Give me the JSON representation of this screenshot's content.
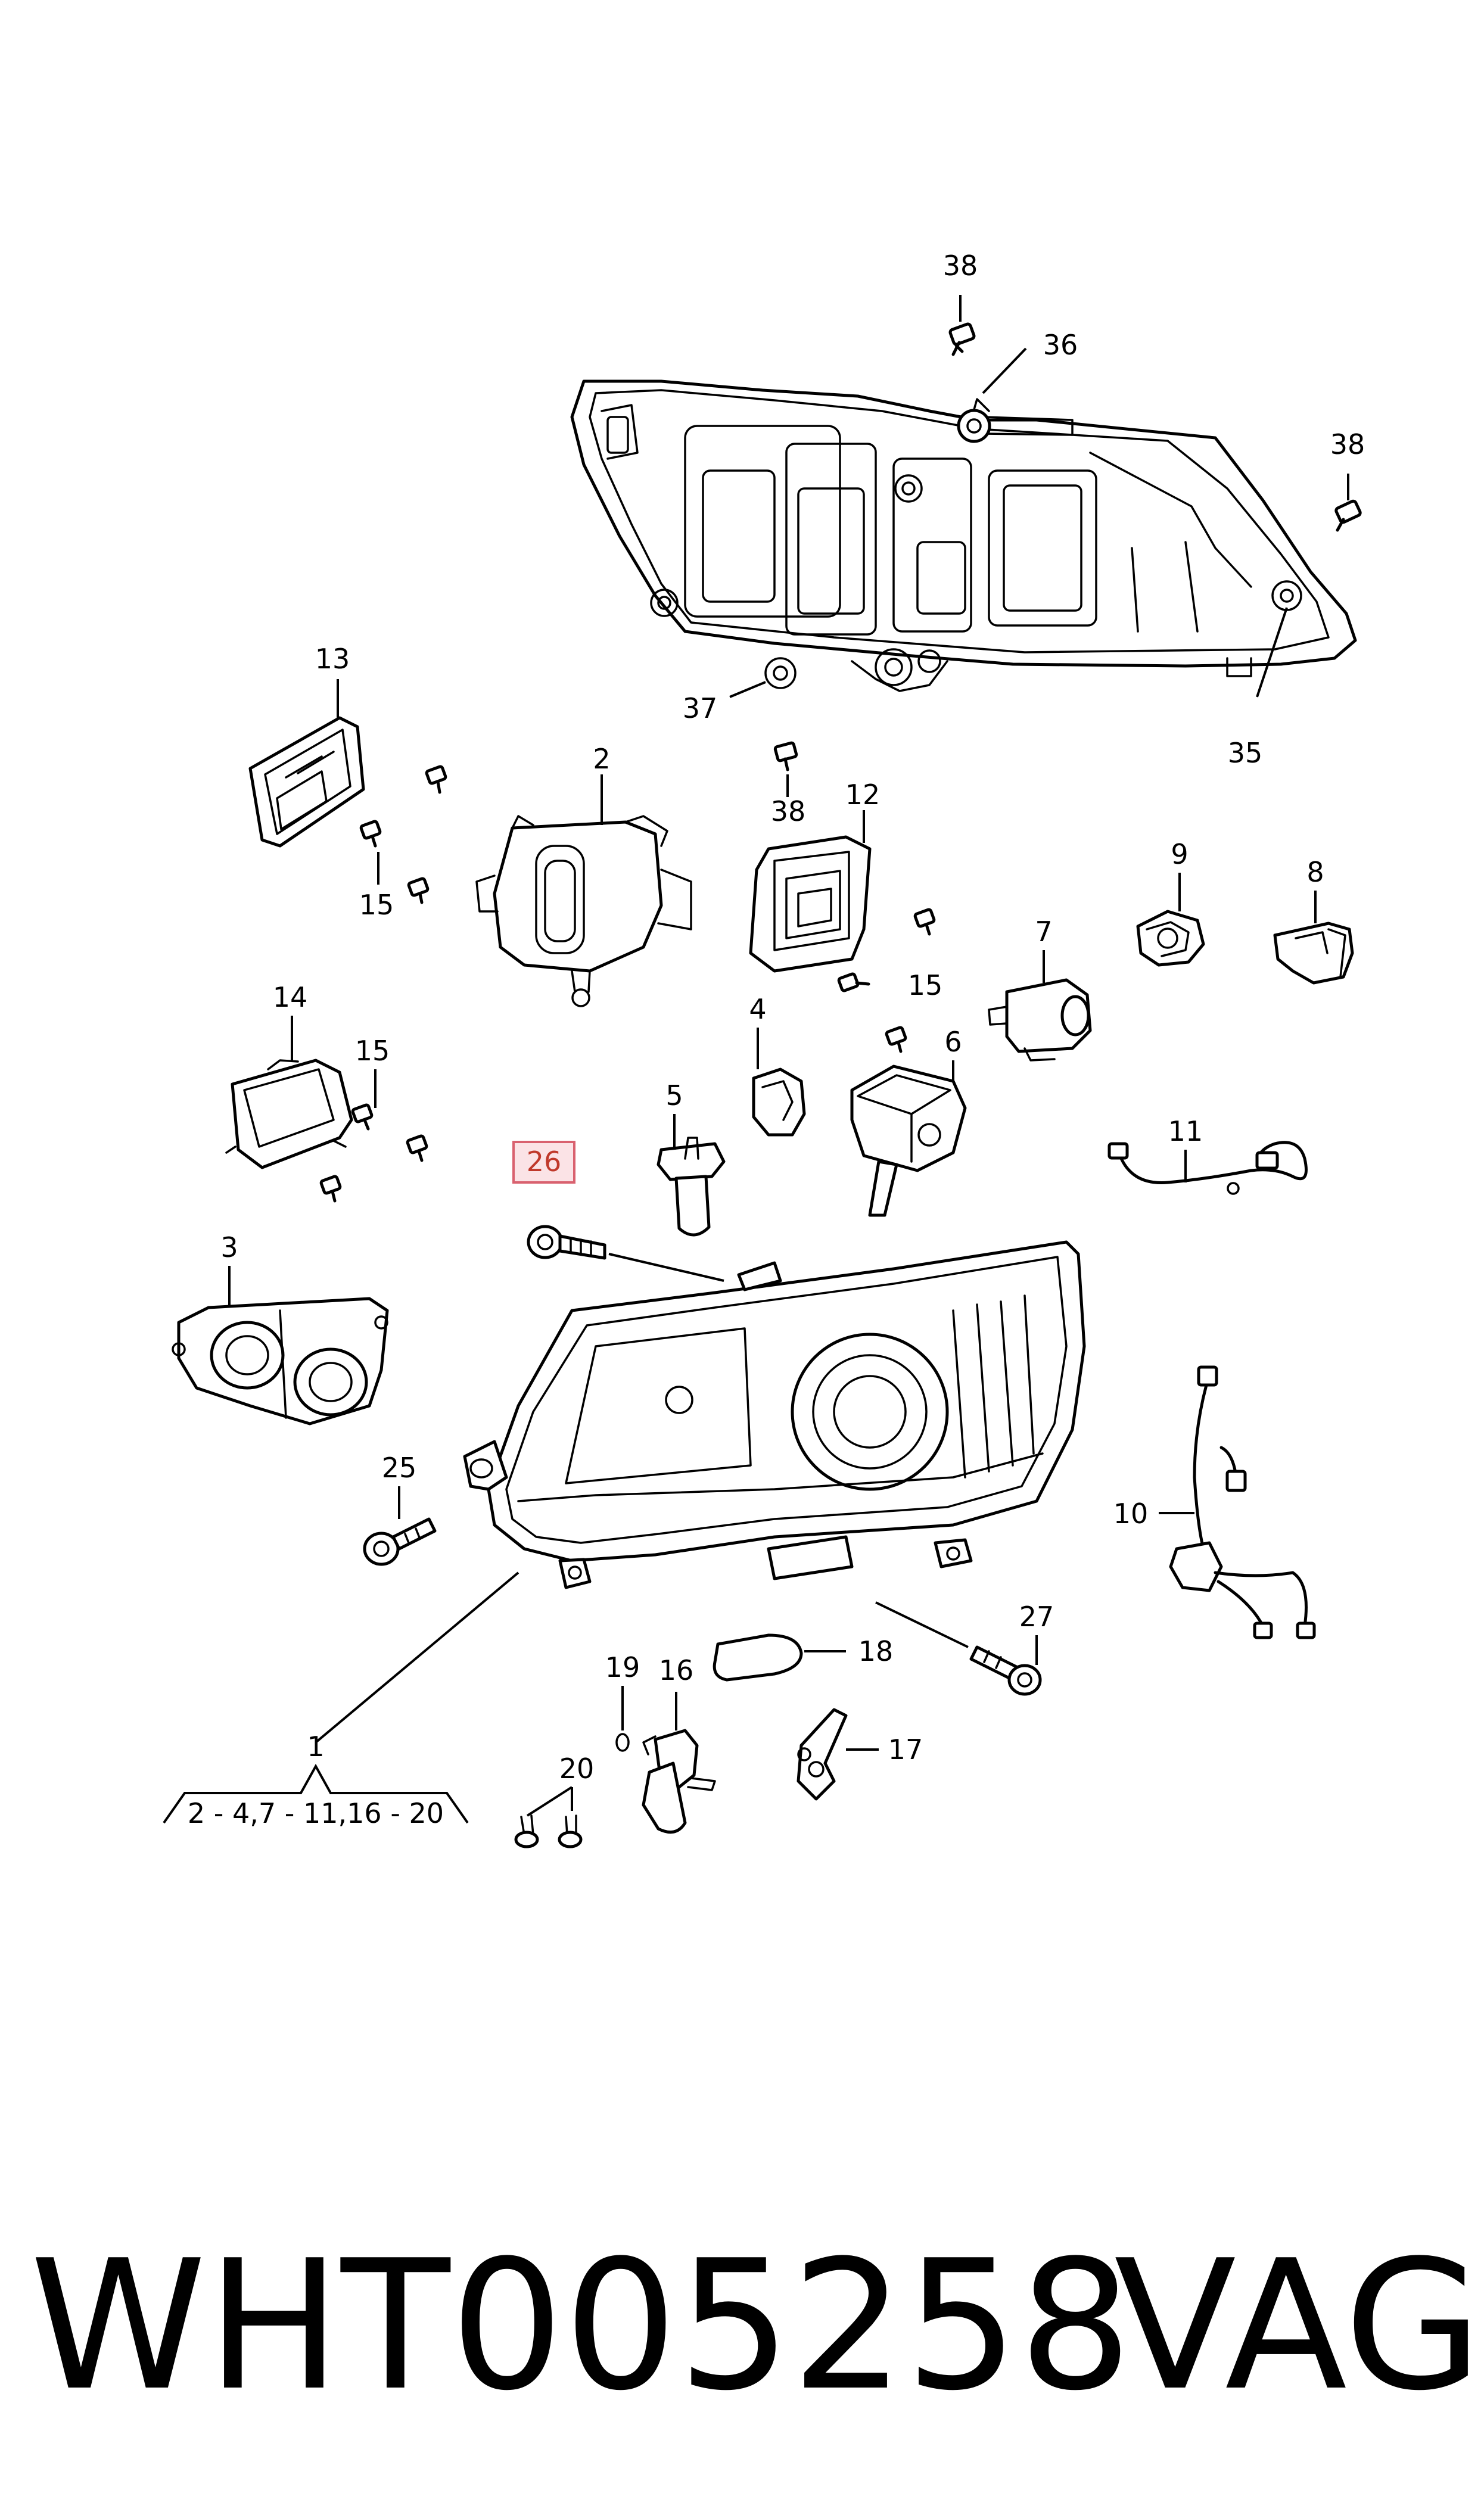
{
  "diagram": {
    "callouts": [
      {
        "id": "c38a",
        "label": "38"
      },
      {
        "id": "c36",
        "label": "36"
      },
      {
        "id": "c38b",
        "label": "38"
      },
      {
        "id": "c37",
        "label": "37"
      },
      {
        "id": "c35",
        "label": "35"
      },
      {
        "id": "c13",
        "label": "13"
      },
      {
        "id": "c15a",
        "label": "15"
      },
      {
        "id": "c2",
        "label": "2"
      },
      {
        "id": "c38c",
        "label": "38"
      },
      {
        "id": "c12",
        "label": "12"
      },
      {
        "id": "c15b",
        "label": "15"
      },
      {
        "id": "c9",
        "label": "9"
      },
      {
        "id": "c8",
        "label": "8"
      },
      {
        "id": "c7",
        "label": "7"
      },
      {
        "id": "c14",
        "label": "14"
      },
      {
        "id": "c15c",
        "label": "15"
      },
      {
        "id": "c4",
        "label": "4"
      },
      {
        "id": "c5",
        "label": "5"
      },
      {
        "id": "c6",
        "label": "6"
      },
      {
        "id": "c11",
        "label": "11"
      },
      {
        "id": "c26",
        "label": "26",
        "highlighted": true
      },
      {
        "id": "c3",
        "label": "3"
      },
      {
        "id": "c25",
        "label": "25"
      },
      {
        "id": "c10",
        "label": "10"
      },
      {
        "id": "c27",
        "label": "27"
      },
      {
        "id": "c18",
        "label": "18"
      },
      {
        "id": "c19",
        "label": "19"
      },
      {
        "id": "c16",
        "label": "16"
      },
      {
        "id": "c17",
        "label": "17"
      },
      {
        "id": "c20",
        "label": "20"
      },
      {
        "id": "c1",
        "label": "1"
      }
    ],
    "assembly_note": "2 - 4,7 - 11,16 - 20",
    "highlight_color": "#d9616f"
  },
  "footer": {
    "part_number": "WHT005258",
    "brand": "VAG"
  }
}
